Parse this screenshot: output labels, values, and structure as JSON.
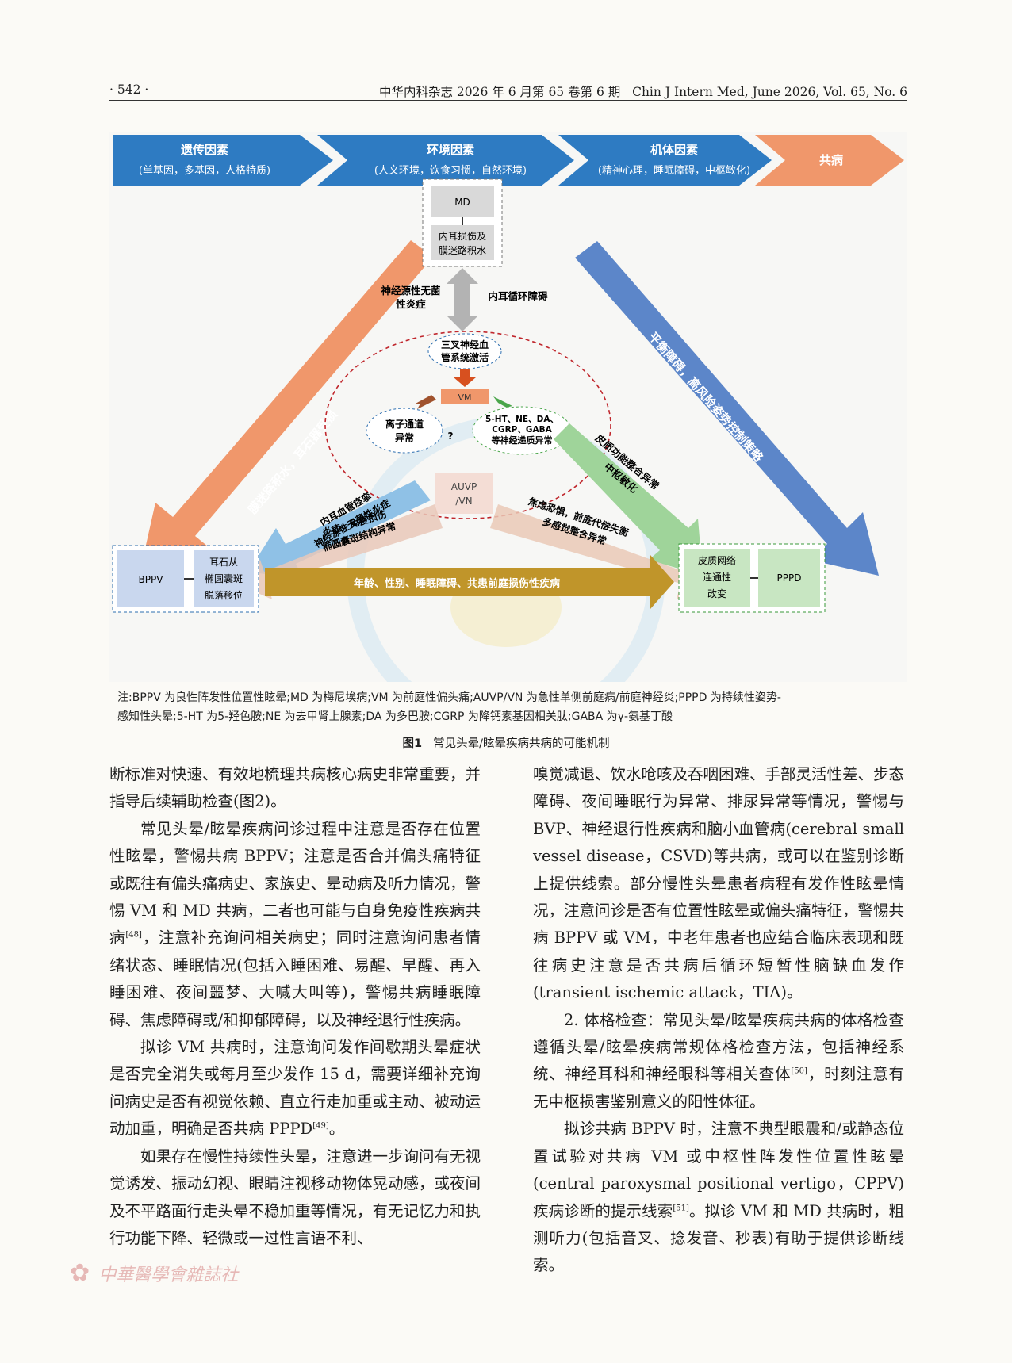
{
  "header": {
    "page_number": "· 542 ·",
    "journal": "中华内科杂志 2026 年 6 月第 65 卷第 6 期",
    "journal_en": "Chin J Intern Med, June 2026, Vol. 65, No. 6"
  },
  "figure": {
    "top_arrows": [
      {
        "title": "遗传因素",
        "sub": "(单基因，多基因，人格特质)"
      },
      {
        "title": "环境因素",
        "sub": "(人文环境，饮食习惯，自然环境)"
      },
      {
        "title": "机体因素",
        "sub": "(精神心理，睡眠障碍，中枢敏化)"
      },
      {
        "title": "共病",
        "sub": ""
      }
    ],
    "md": "MD",
    "md_sub_1": "内耳损伤及",
    "md_sub_2": "膜迷路积水",
    "left_mid_1": "神经源性无菌",
    "left_mid_2": "性炎症",
    "right_mid": "内耳循环障碍",
    "trigeminal_1": "三叉神经血",
    "trigeminal_2": "管系统激活",
    "vm": "VM",
    "ion_1": "离子通道",
    "ion_2": "异常",
    "question": "?",
    "neuro_1": "5-HT、NE、DA、",
    "neuro_2": "CGRP、GABA",
    "neuro_3": "等神经递质异常",
    "auvp_1": "AUVP",
    "auvp_2": "/VN",
    "orange_diag": "膜迷路积水，耳石器受损",
    "blue_diag": "平衡障碍，高风险姿势控制策略",
    "lightblue_1": "内耳血管痉挛",
    "lightblue_2": "神经源性无菌性炎症",
    "green_1": "皮质功能整合异常",
    "green_2": "中枢敏化",
    "inflam_1": "炎症，免疫损伤",
    "inflam_2": "椭圆囊斑结构异常",
    "anx_1": "焦虑恐惧，前庭代偿失衡",
    "anx_2": "多感觉整合异常",
    "bppv": "BPPV",
    "otolith_1": "耳石从",
    "otolith_2": "椭圆囊斑",
    "otolith_3": "脱落移位",
    "bottom_arrow": "年龄、性别、睡眠障碍、共患前庭损伤性疾病",
    "cortex_1": "皮质网络",
    "cortex_2": "连通性",
    "cortex_3": "改变",
    "pppd": "PPPD"
  },
  "note_1": "注:BPPV 为良性阵发性位置性眩晕;MD 为梅尼埃病;VM 为前庭性偏头痛;AUVP/VN 为急性单侧前庭病/前庭神经炎;PPPD 为持续性姿势-",
  "note_2": "感知性头晕;5-HT 为5-羟色胺;NE 为去甲肾上腺素;DA 为多巴胺;CGRP 为降钙素基因相关肽;GABA 为γ-氨基丁酸",
  "caption_label": "图1",
  "caption_text": "常见头晕/眩晕疾病共病的可能机制",
  "left_col": {
    "p1": "断标准对快速、有效地梳理共病核心病史非常重要，并指导后续辅助检查(图2)。",
    "p2a": "常见头晕/眩晕疾病问诊过程中注意是否存在位置性眩晕，警惕共病 BPPV；注意是否合并偏头痛特征或既往有偏头痛病史、家族史、晕动病及听力情况，警惕 VM 和 MD 共病，二者也可能与自身免疫性疾病共病",
    "p2_ref": "[48]",
    "p2b": "，注意补充询问相关病史；同时注意询问患者情绪状态、睡眠情况(包括入睡困难、易醒、早醒、再入睡困难、夜间噩梦、大喊大叫等)，警惕共病睡眠障碍、焦虑障碍或/和抑郁障碍，以及神经退行性疾病。",
    "p3a": "拟诊 VM 共病时，注意询问发作间歇期头晕症状是否完全消失或每月至少发作 15 d，需要详细补充询问病史是否有视觉依赖、直立行走加重或主动、被动运动加重，明确是否共病 PPPD",
    "p3_ref": "[49]",
    "p3b": "。",
    "p4": "如果存在慢性持续性头晕，注意进一步询问有无视觉诱发、振动幻视、眼睛注视移动物体晃动感，或夜间及不平路面行走头晕不稳加重等情况，有无记忆力和执行功能下降、轻微或一过性言语不利、"
  },
  "right_col": {
    "p1": "嗅觉减退、饮水呛咳及吞咽困难、手部灵活性差、步态障碍、夜间睡眠行为异常、排尿异常等情况，警惕与 BVP、神经退行性疾病和脑小血管病(cerebral small vessel disease，CSVD)等共病，或可以在鉴别诊断上提供线索。部分慢性头晕患者病程有发作性眩晕情况，注意问诊是否有位置性眩晕或偏头痛特征，警惕共病 BPPV 或 VM，中老年患者也应结合临床表现和既往病史注意是否共病后循环短暂性脑缺血发作(transient ischemic attack，TIA)。",
    "p2a": "2. 体格检查：常见头晕/眩晕疾病共病的体格检查遵循头晕/眩晕疾病常规体格检查方法，包括神经系统、神经耳科和神经眼科等相关查体",
    "p2_ref": "[50]",
    "p2b": "，时刻注意有无中枢损害鉴别意义的阳性体征。",
    "p3a": "拟诊共病 BPPV 时，注意不典型眼震和/或静态位置试验对共病 VM 或中枢性阵发性位置性眩晕(central paroxysmal positional vertigo，CPPV)疾病诊断的提示线索",
    "p3_ref": "[51]",
    "p3b": "。拟诊 VM 和 MD 共病时，粗测听力(包括音叉、捻发音、秒表)有助于提供诊断线索。"
  },
  "publisher": "中華醫學會雜誌社"
}
